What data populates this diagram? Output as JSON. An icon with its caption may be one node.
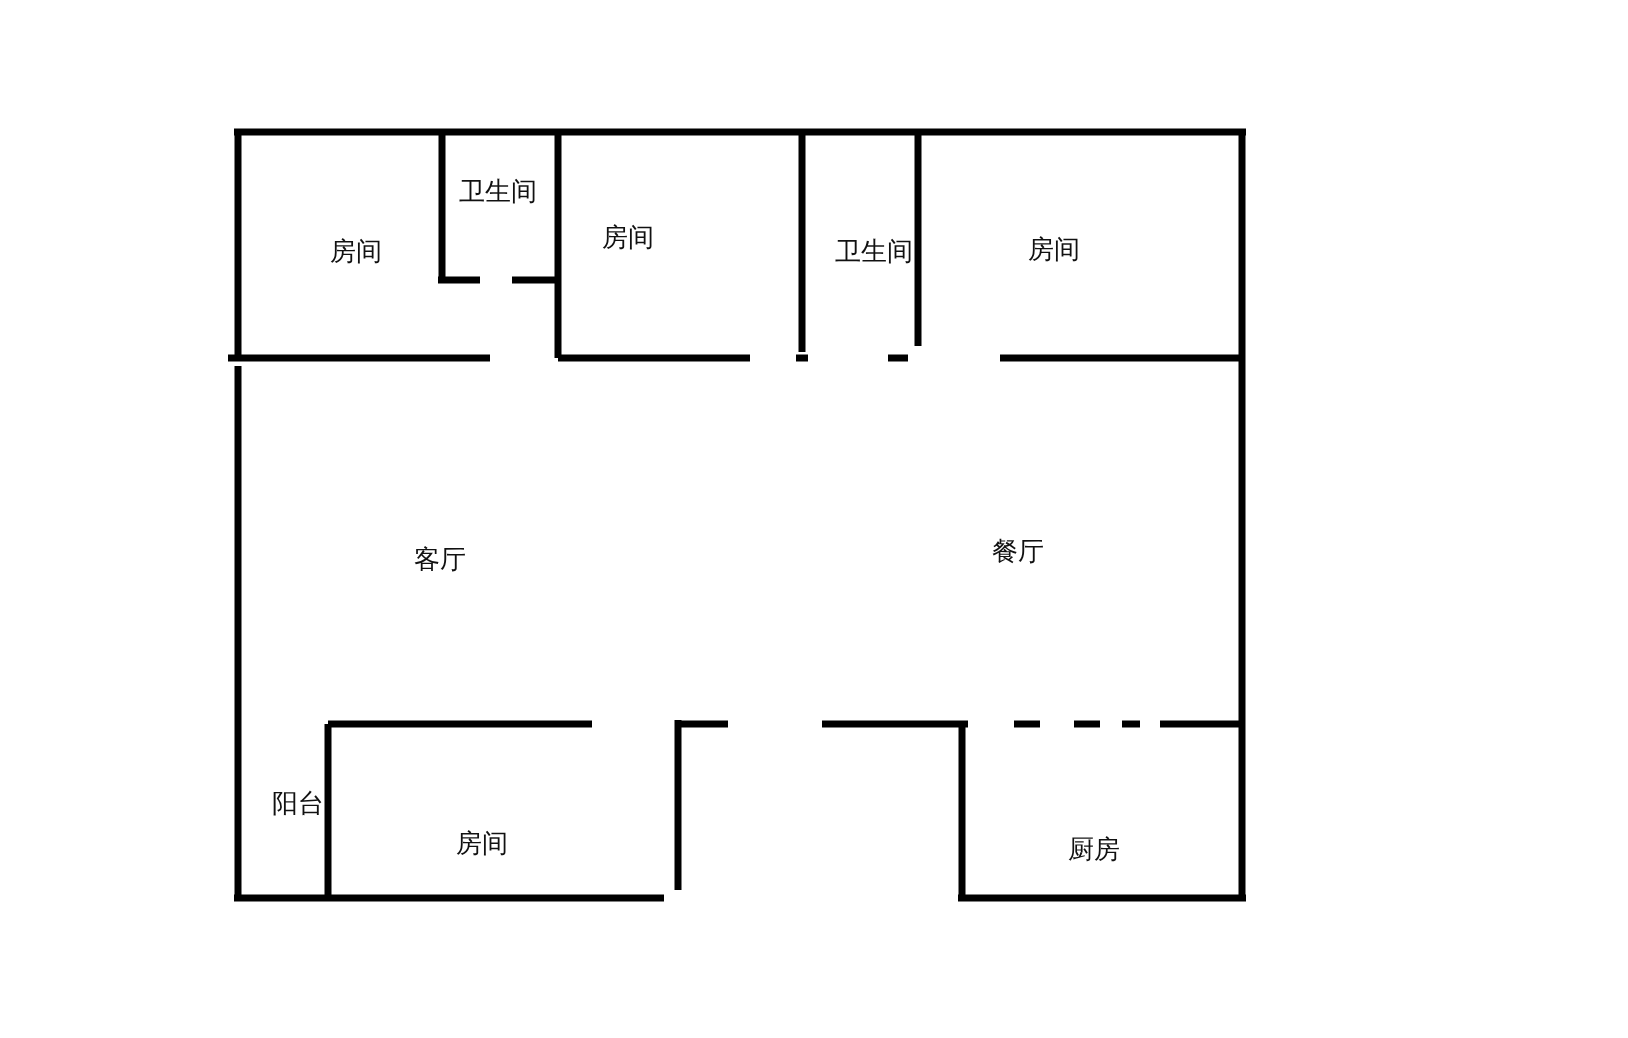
{
  "diagram": {
    "labels": [
      "房间",
      "卫生间",
      "房间",
      "卫生间",
      "房间",
      "客厅",
      "餐厅",
      "阳台",
      "房间",
      "厨房"
    ]
  }
}
